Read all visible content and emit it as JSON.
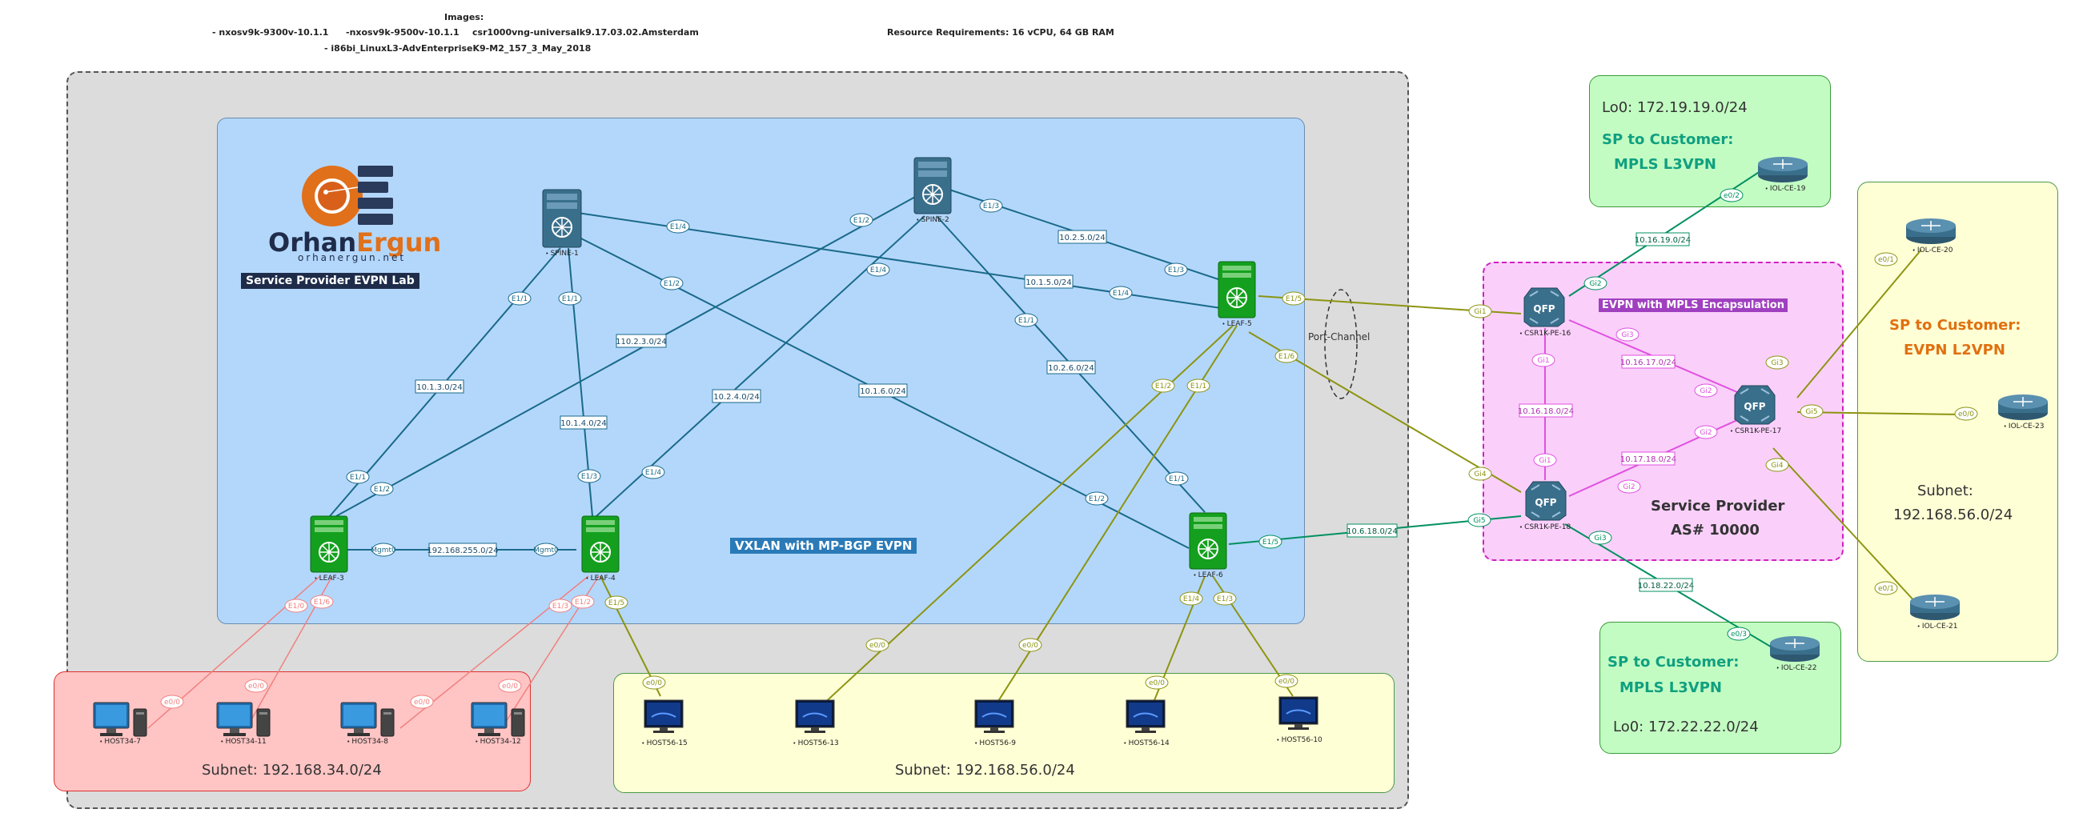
{
  "header": {
    "images_title": "Images:",
    "images_line1a": "- nxosv9k-9300v-10.1.1",
    "images_line1b": "-nxosv9k-9500v-10.1.1",
    "images_line1c": "csr1000vng-universalk9.17.03.02.Amsterdam",
    "images_line2": "- i86bi_LinuxL3-AdvEnterpriseK9-M2_157_3_May_2018",
    "resources": "Resource Requirements: 16 vCPU, 64 GB RAM"
  },
  "logo": {
    "name_part1": "Orhan",
    "name_part2": "Ergun",
    "url": "orhanergun.net",
    "lab_title": "Service Provider EVPN Lab"
  },
  "regions": {
    "vxlan_label": "VXLAN  with MP-BGP EVPN",
    "subnet_left": "Subnet: 192.168.34.0/24",
    "subnet_bottom": "Subnet: 192.168.56.0/24",
    "evpn_mpls": "EVPN with MPLS Encapsulation",
    "sp_name": "Service Provider",
    "sp_as": "AS# 10000",
    "port_channel": "Port-Channel",
    "top_lo": "Lo0: 172.19.19.0/24",
    "top_title1": "SP to Customer:",
    "top_title2": "MPLS L3VPN",
    "bottom_title1": "SP to Customer:",
    "bottom_title2": "MPLS L3VPN",
    "bottom_lo": "Lo0: 172.22.22.0/24",
    "right_title1": "SP to Customer:",
    "right_title2": "EVPN L2VPN",
    "right_subnet1": "Subnet:",
    "right_subnet2": "192.168.56.0/24"
  },
  "colors": {
    "outer_bg": "#dcdcdc",
    "vxlan_bg": "#b3d7fb",
    "left_pink": "#ffc4c4",
    "yellow_bg": "#ffffd6",
    "sp_pink": "#fad0fa",
    "green_bg": "#c3fcc3",
    "dc_link": "#1a6a8a",
    "olive_link": "#8c9410",
    "green_link": "#009060",
    "magenta_link": "#e050e0",
    "red_link": "#f08080",
    "leaf_green": "#14a01e",
    "router_blue": "#3a6f8c"
  },
  "devices": {
    "spine1": "SPINE-1",
    "spine2": "SPINE-2",
    "leaf3": "LEAF-3",
    "leaf4": "LEAF-4",
    "leaf5": "LEAF-5",
    "leaf6": "LEAF-6",
    "pe16": "CSR1K-PE-16",
    "pe17": "CSR1K-PE-17",
    "pe18": "CSR1K-PE-18",
    "ce19": "IOL-CE-19",
    "ce20": "IOL-CE-20",
    "ce21": "IOL-CE-21",
    "ce22": "IOL-CE-22",
    "ce23": "IOL-CE-23",
    "host34_7": "HOST34-7",
    "host34_11": "HOST34-11",
    "host34_8": "HOST34-8",
    "host34_12": "HOST34-12",
    "host56_15": "HOST56-15",
    "host56_13": "HOST56-13",
    "host56_9": "HOST56-9",
    "host56_14": "HOST56-14",
    "host56_10": "HOST56-10",
    "qfp": "QFP"
  },
  "subnets": {
    "s1": "10.1.3.0/24",
    "s2": "110.2.3.0/24",
    "s3": "10.1.4.0/24",
    "s4": "10.2.4.0/24",
    "s5": "10.1.6.0/24",
    "s6": "10.2.5.0/24",
    "s7": "10.1.5.0/24",
    "s8": "10.2.6.0/24",
    "s9": "192.168.255.0/24",
    "s10": "10.16.19.0/24",
    "s11": "10.16.17.0/24",
    "s12": "10.16.18.0/24",
    "s13": "10.17.18.0/24",
    "s14": "10.6.18.0/24",
    "s15": "10.18.22.0/24"
  },
  "ports": {
    "e1_1": "E1/1",
    "e1_2": "E1/2",
    "e1_3": "E1/3",
    "e1_4": "E1/4",
    "e1_5": "E1/5",
    "e1_6": "E1/6",
    "mgmt0": "Mgmt0",
    "e0_0": "e0/0",
    "e0_1": "e0/1",
    "e0_2": "e0/2",
    "e0_3": "e0/3",
    "gi1": "Gi1",
    "gi2": "Gi2",
    "gi3": "Gi3",
    "gi4": "Gi4",
    "gi5": "Gi5"
  }
}
